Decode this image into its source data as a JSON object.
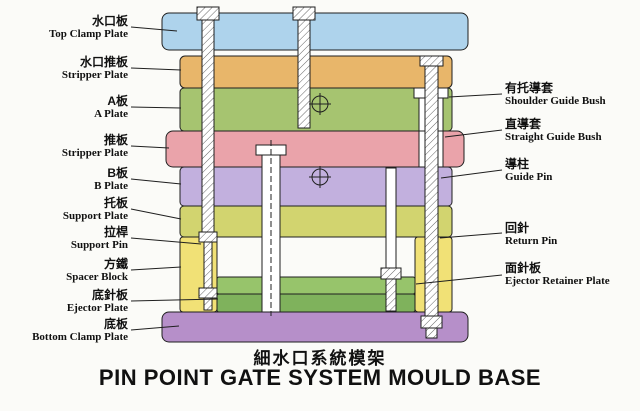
{
  "titles": {
    "cn": "細水口系統模架",
    "en": "PIN POINT GATE SYSTEM MOULD BASE"
  },
  "left_labels": [
    {
      "cn": "水口板",
      "en": "Top Clamp Plate"
    },
    {
      "cn": "水口推板",
      "en": "Stripper Plate"
    },
    {
      "cn": "A板",
      "en": "A Plate"
    },
    {
      "cn": "推板",
      "en": "Stripper Plate"
    },
    {
      "cn": "B板",
      "en": "B Plate"
    },
    {
      "cn": "托板",
      "en": "Support Plate"
    },
    {
      "cn": "拉桿",
      "en": "Support Pin"
    },
    {
      "cn": "方鐵",
      "en": "Spacer Block"
    },
    {
      "cn": "底針板",
      "en": "Ejector Plate"
    },
    {
      "cn": "底板",
      "en": "Bottom Clamp Plate"
    }
  ],
  "right_labels": [
    {
      "cn": "有托導套",
      "en": "Shoulder Guide Bush"
    },
    {
      "cn": "直導套",
      "en": "Straight Guide Bush"
    },
    {
      "cn": "導柱",
      "en": "Guide Pin"
    },
    {
      "cn": "回針",
      "en": "Return Pin"
    },
    {
      "cn": "面針板",
      "en": "Ejector Retainer Plate"
    }
  ],
  "colors": {
    "top_clamp_plate": "#aed3ec",
    "stripper_plate_upper": "#e8b66a",
    "a_plate": "#a6c470",
    "stripper_plate_mid": "#eaa3aa",
    "b_plate": "#c2b0de",
    "support_plate": "#d2d46f",
    "spacer_block": "#f1e176",
    "ejector_retainer_plate": "#97c46b",
    "ejector_plate": "#7fb25c",
    "bottom_clamp_plate": "#b68fc9",
    "pin_fill": "#ffffff",
    "outline": "#1f1f1f"
  }
}
